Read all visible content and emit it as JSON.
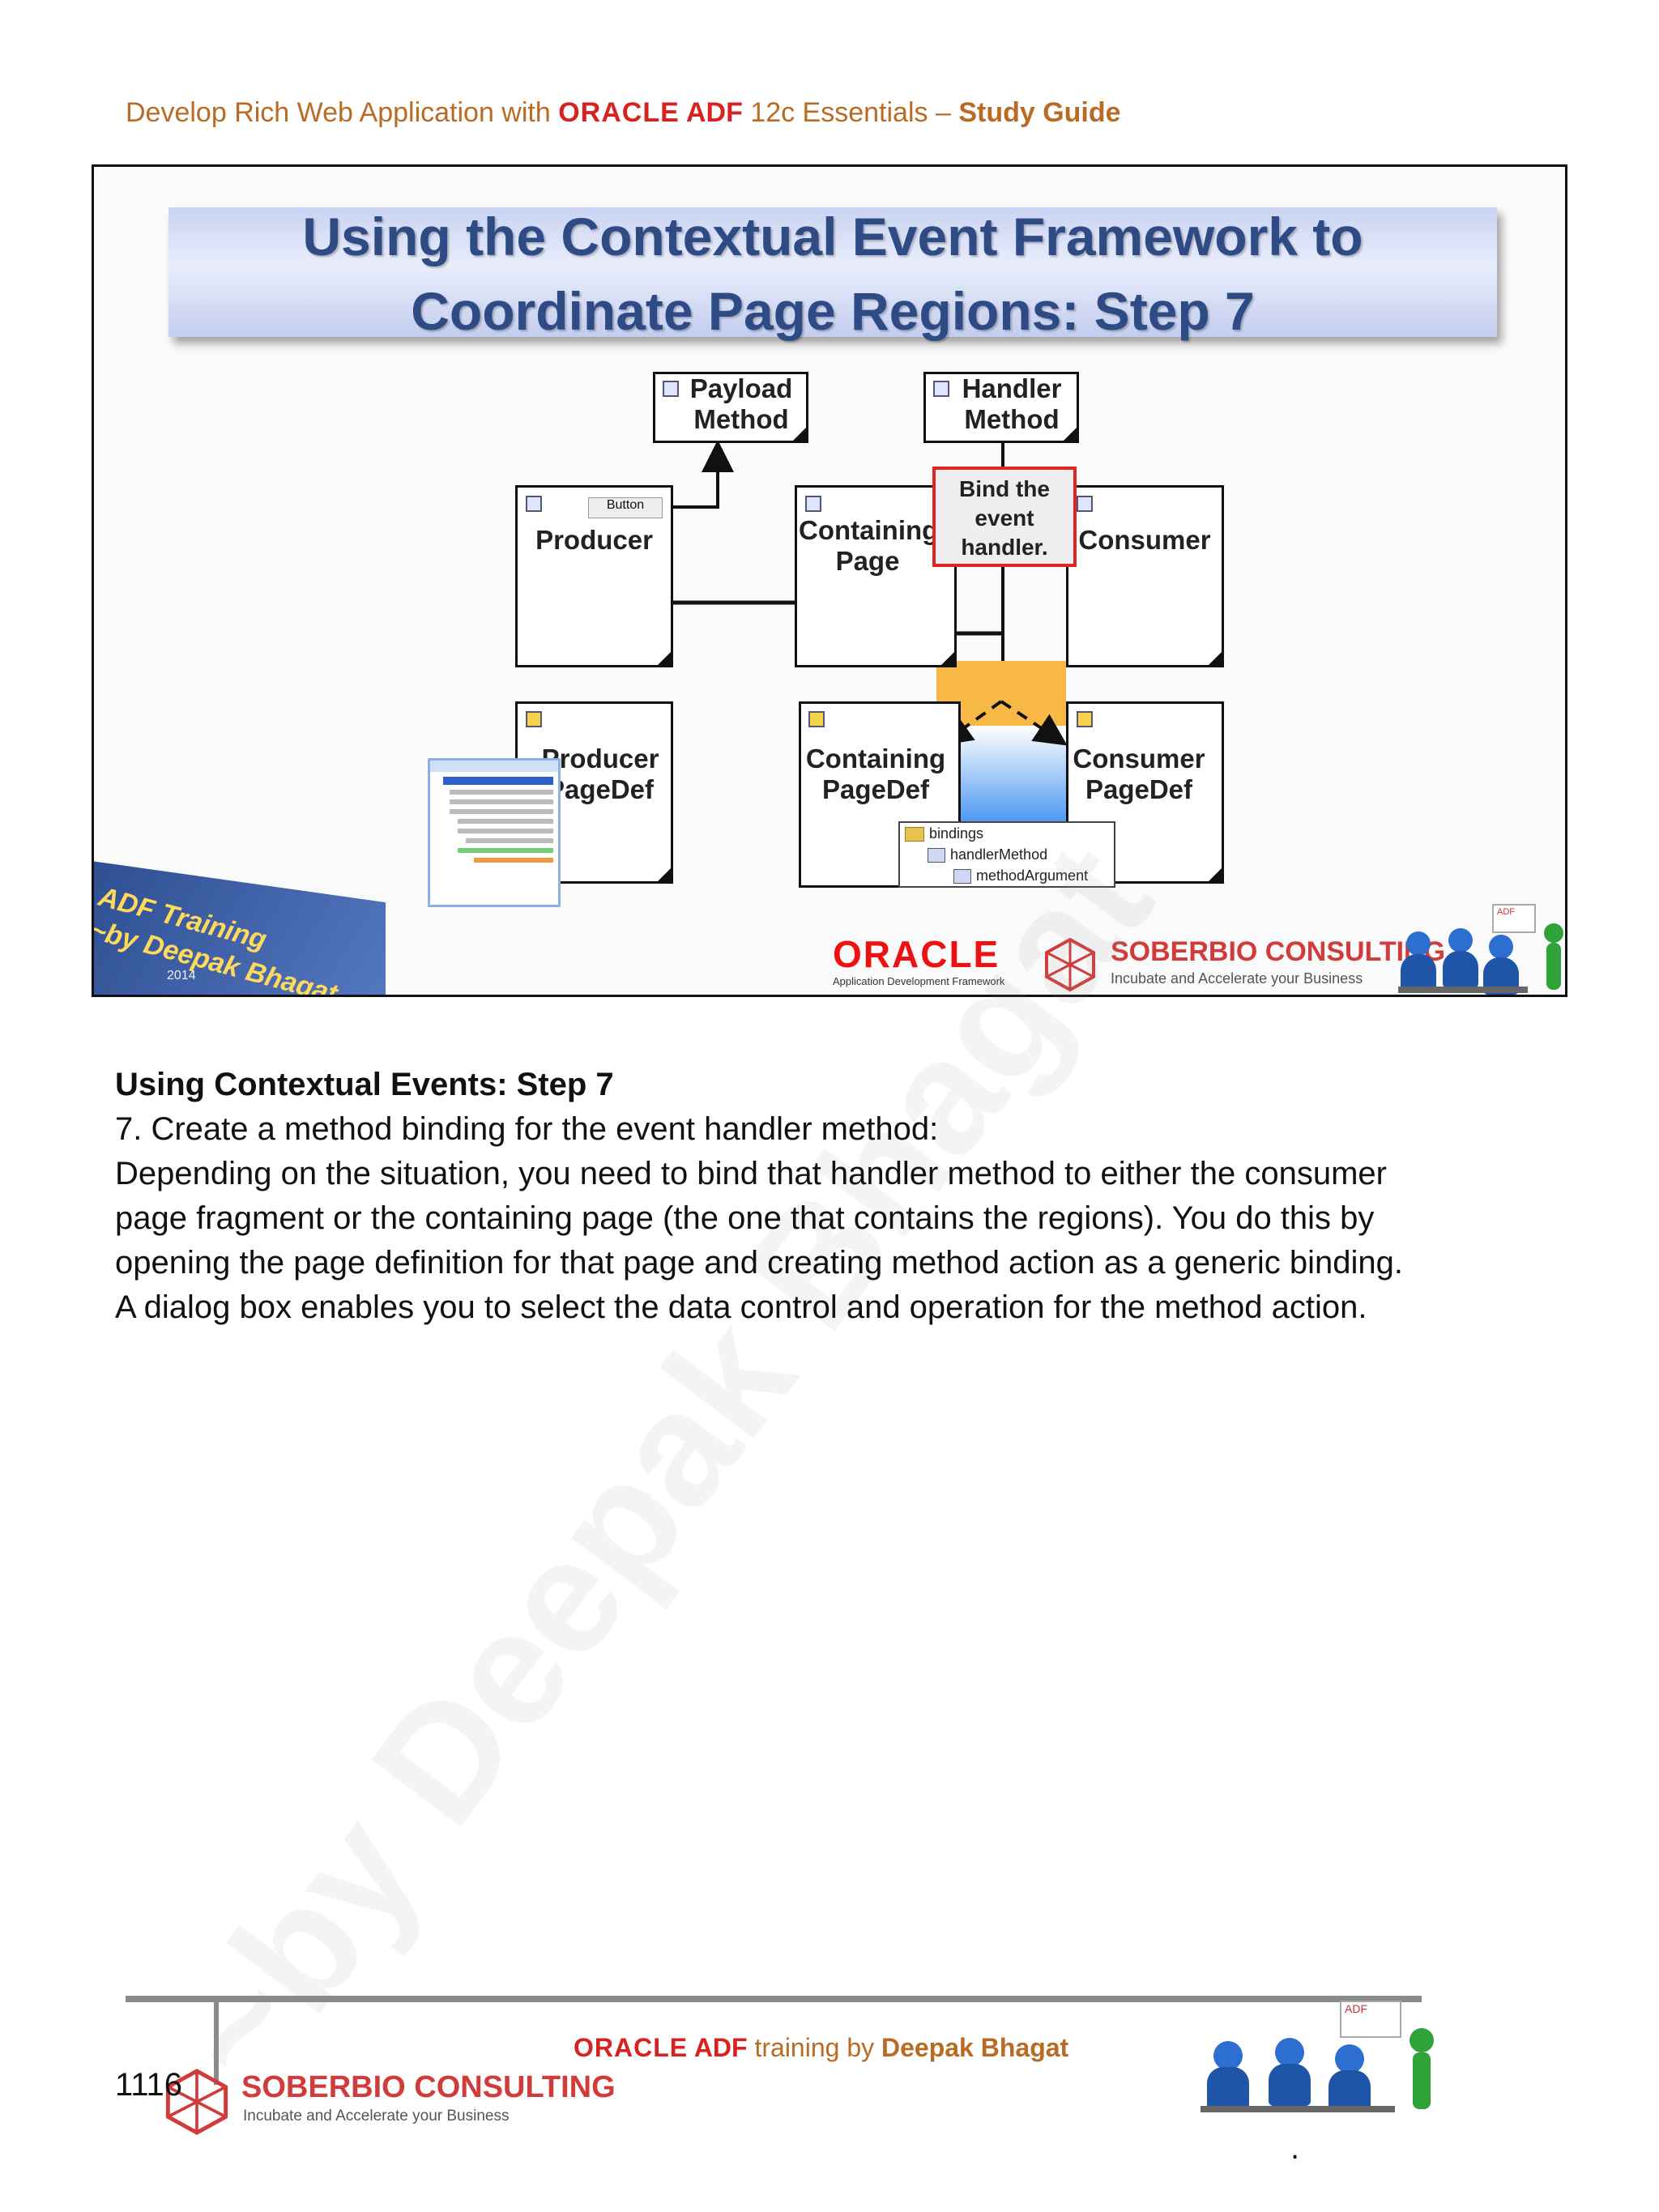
{
  "header": {
    "prefix": "Develop Rich Web Application with ",
    "oracle": "ORACLE",
    "adf": " ADF",
    "suffix": " 12c Essentials – ",
    "study_guide": "Study Guide"
  },
  "slide": {
    "title_line1": "Using the Contextual Event Framework to",
    "title_line2": "Coordinate Page Regions: Step 7",
    "payload_method": [
      "Payload",
      "Method"
    ],
    "handler_method": [
      "Handler",
      "Method"
    ],
    "callout": [
      "Bind the",
      "event",
      "handler."
    ],
    "producer": "Producer",
    "button": "Button",
    "containing_page": [
      "Containing",
      "Page"
    ],
    "consumer": "Consumer",
    "producer_pagedef": [
      "Producer",
      "PageDef"
    ],
    "containing_pagedef": [
      "Containing",
      "PageDef"
    ],
    "consumer_pagedef": [
      "Consumer",
      "PageDef"
    ],
    "tree": [
      "bindings",
      "handlerMethod",
      "methodArgument"
    ],
    "banner": [
      "ADF Training",
      "~by Deepak Bhagat"
    ],
    "banner_year": "2014",
    "oracle_logo": "ORACLE",
    "oracle_sub": "Application Development Framework",
    "soberbio_name": "SOBERBIO CONSULTING",
    "soberbio_tag": "Incubate and Accelerate your Business",
    "adf_tag": "ADF"
  },
  "watermark": "~by Deepak Bhagat",
  "body": {
    "heading": "Using Contextual Events: Step 7",
    "lines": [
      "7. Create a method binding for the event handler method:",
      "Depending on the situation, you need to bind that handler method to either the consumer",
      "page fragment or the containing page (the one that contains the regions). You do this by",
      "opening the page definition for that page and creating method action as a generic binding.",
      "A dialog box enables you to select the data control and operation for the method action."
    ]
  },
  "footer": {
    "page_number": "1116",
    "soberbio_name": "SOBERBIO CONSULTING",
    "soberbio_tag": "Incubate and Accelerate your Business",
    "oracle": "ORACLE",
    "adf": " ADF",
    "training": " training by ",
    "author": "Deepak Bhagat",
    "adf_tag": "ADF",
    "dot": "."
  }
}
